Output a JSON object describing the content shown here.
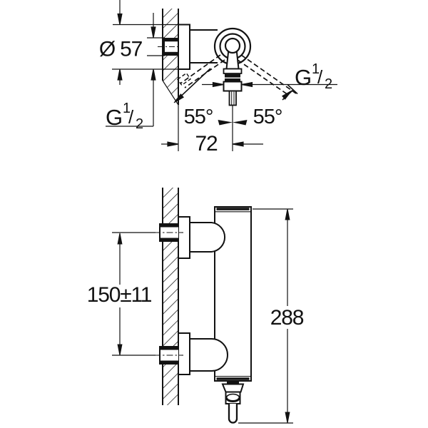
{
  "top_view": {
    "diameter_label": "Ø 57",
    "thread_left": {
      "g": "G",
      "numerator": "1",
      "slash": "/",
      "denominator": "2"
    },
    "thread_right": {
      "g": "G",
      "numerator": "1",
      "slash": "/",
      "denominator": "2"
    },
    "swing_angle_left": "55°",
    "swing_angle_right": "55°",
    "outlet_offset": "72"
  },
  "front_view": {
    "connection_spacing": "150±11",
    "overall_height": "288"
  }
}
